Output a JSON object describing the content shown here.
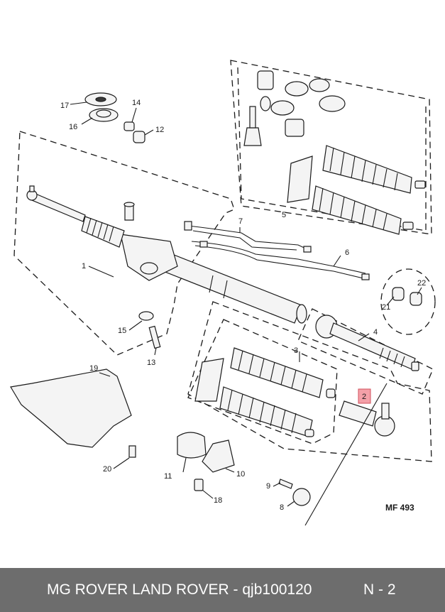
{
  "diagram": {
    "reference_code": "MF 493",
    "labels": [
      {
        "id": "1",
        "text": "1"
      },
      {
        "id": "2",
        "text": "2"
      },
      {
        "id": "3",
        "text": "3"
      },
      {
        "id": "4",
        "text": "4"
      },
      {
        "id": "5",
        "text": "5"
      },
      {
        "id": "6",
        "text": "6"
      },
      {
        "id": "7",
        "text": "7"
      },
      {
        "id": "8",
        "text": "8"
      },
      {
        "id": "9",
        "text": "9"
      },
      {
        "id": "10",
        "text": "10"
      },
      {
        "id": "11",
        "text": "11"
      },
      {
        "id": "12",
        "text": "12"
      },
      {
        "id": "13",
        "text": "13"
      },
      {
        "id": "14",
        "text": "14"
      },
      {
        "id": "15",
        "text": "15"
      },
      {
        "id": "16",
        "text": "16"
      },
      {
        "id": "17",
        "text": "17"
      },
      {
        "id": "18",
        "text": "18"
      },
      {
        "id": "19",
        "text": "19"
      },
      {
        "id": "20",
        "text": "20"
      },
      {
        "id": "21",
        "text": "21"
      },
      {
        "id": "22",
        "text": "22"
      }
    ],
    "highlight_color": "#f4a0a8"
  },
  "footer": {
    "brand_text": "MG ROVER LAND ROVER - qjb100120",
    "part_number": "N - 2",
    "background": "#6d6d6d"
  }
}
